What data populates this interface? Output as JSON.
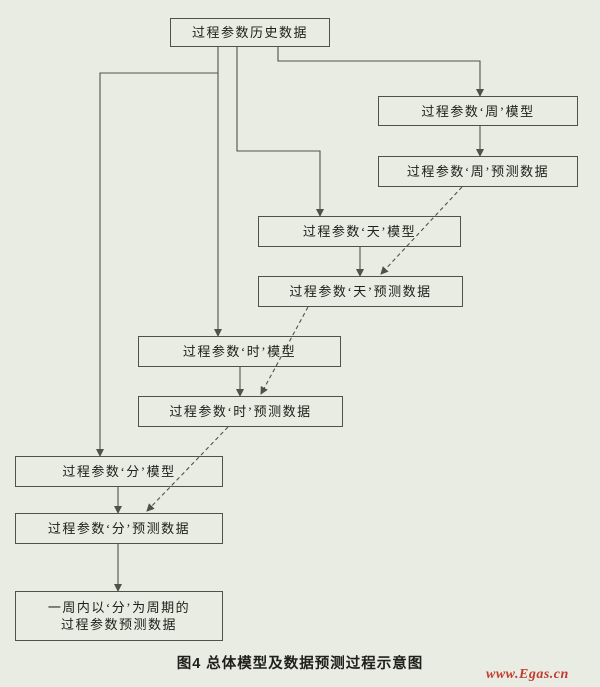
{
  "diagram": {
    "nodes": {
      "history": {
        "label": "过程参数历史数据"
      },
      "week_model": {
        "label": "过程参数‘周’模型"
      },
      "week_pred": {
        "label": "过程参数‘周’预测数据"
      },
      "day_model": {
        "label": "过程参数‘天’模型"
      },
      "day_pred": {
        "label": "过程参数‘天’预测数据"
      },
      "hour_model": {
        "label": "过程参数‘时’模型"
      },
      "hour_pred": {
        "label": "过程参数‘时’预测数据"
      },
      "min_model": {
        "label": "过程参数‘分’模型"
      },
      "min_pred": {
        "label": "过程参数‘分’预测数据"
      },
      "weekly_pred": {
        "lines": [
          "一周内以‘分’为周期的",
          "过程参数预测数据"
        ]
      }
    },
    "edges": [
      {
        "from": "history",
        "to": "week_model",
        "style": "solid"
      },
      {
        "from": "history",
        "to": "day_model",
        "style": "solid"
      },
      {
        "from": "history",
        "to": "hour_model",
        "style": "solid"
      },
      {
        "from": "history",
        "to": "min_model",
        "style": "solid"
      },
      {
        "from": "week_model",
        "to": "week_pred",
        "style": "solid"
      },
      {
        "from": "day_model",
        "to": "day_pred",
        "style": "solid"
      },
      {
        "from": "hour_model",
        "to": "hour_pred",
        "style": "solid"
      },
      {
        "from": "min_model",
        "to": "min_pred",
        "style": "solid"
      },
      {
        "from": "min_pred",
        "to": "weekly_pred",
        "style": "solid"
      },
      {
        "from": "week_pred",
        "to": "day_pred",
        "style": "dashed"
      },
      {
        "from": "day_pred",
        "to": "hour_pred",
        "style": "dashed"
      },
      {
        "from": "hour_pred",
        "to": "min_pred",
        "style": "dashed"
      }
    ],
    "caption": "图4 总体模型及数据预测过程示意图",
    "watermark": "www.Egas.cn",
    "colors": {
      "background": "#e9ece3",
      "border": "#4f5347",
      "line": "#4f5347",
      "text": "#20201a",
      "watermark": "#c23b2e"
    }
  }
}
